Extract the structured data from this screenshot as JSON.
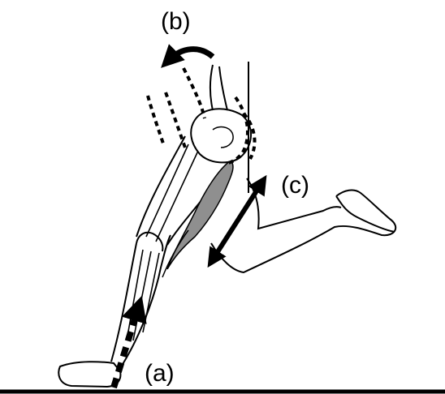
{
  "labels": {
    "a": "(a)",
    "b": "(b)",
    "c": "(c)"
  },
  "colors": {
    "ink": "#000000",
    "muscle": "#8f8f8f",
    "background": "#ffffff"
  }
}
